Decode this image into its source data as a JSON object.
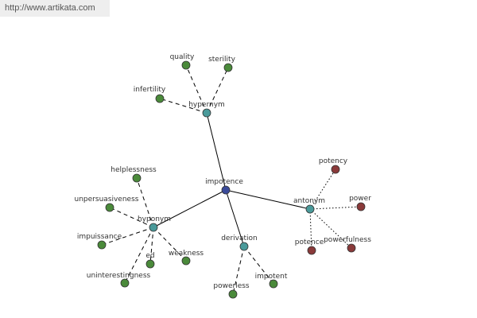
{
  "header": {
    "url": "http://www.artikata.com"
  },
  "colors": {
    "center": "#3a4a9a",
    "relation": "#4a9a9a",
    "green": "#4a8a3a",
    "red": "#8a3a3a",
    "edge": "#000000"
  },
  "graph": {
    "center": "impotence",
    "relations": [
      {
        "id": "hypernym",
        "label": "hypernym",
        "terms": [
          {
            "label": "quality"
          },
          {
            "label": "sterility"
          },
          {
            "label": "infertility"
          }
        ]
      },
      {
        "id": "hyponym",
        "label": "hyponym",
        "terms": [
          {
            "label": "helplessness"
          },
          {
            "label": "unpersuasiveness"
          },
          {
            "label": "impuissance"
          },
          {
            "label": "ed"
          },
          {
            "label": "weakness"
          },
          {
            "label": "uninterestingness"
          }
        ]
      },
      {
        "id": "derivation",
        "label": "derivation",
        "terms": [
          {
            "label": "powerless"
          },
          {
            "label": "impotent"
          }
        ]
      },
      {
        "id": "antonym",
        "label": "antonym",
        "terms": [
          {
            "label": "potency"
          },
          {
            "label": "power"
          },
          {
            "label": "potence"
          },
          {
            "label": "powerfulness"
          }
        ]
      }
    ]
  }
}
